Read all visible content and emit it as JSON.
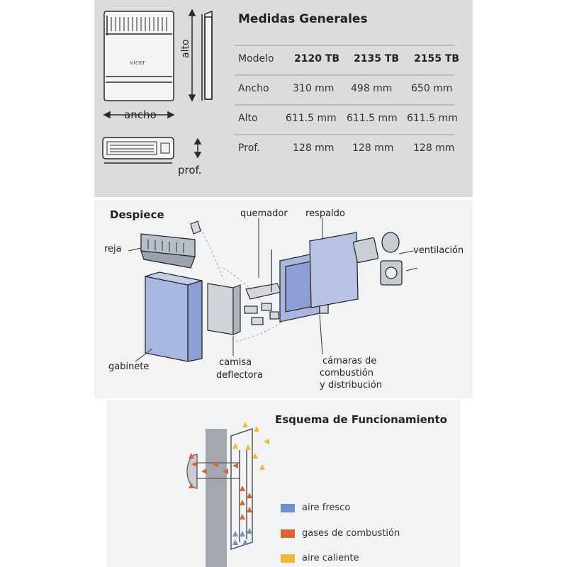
{
  "medidas": {
    "title": "Medidas Generales",
    "header": [
      "Modelo",
      "2120 TB",
      "2135 TB",
      "2155 TB"
    ],
    "rows": [
      [
        "Ancho",
        "310 mm",
        "498 mm",
        "650 mm"
      ],
      [
        "Alto",
        "611.5 mm",
        "611.5 mm",
        "611.5 mm"
      ],
      [
        "Prof.",
        "128 mm",
        "128 mm",
        "128 mm"
      ]
    ],
    "dim_labels": {
      "alto": "alto",
      "ancho": "ancho",
      "prof": "prof."
    },
    "brand": "vicer"
  },
  "despiece": {
    "title": "Despiece",
    "labels": {
      "reja": "reja",
      "quemador": "quemador",
      "respaldo": "respaldo",
      "ventilacion": "ventilación",
      "gabinete": "gabinete",
      "camisa_1": "camisa",
      "camisa_2": "deflectora",
      "camaras_1": "cámaras de",
      "camaras_2": "combustión",
      "camaras_3": "y distribución"
    }
  },
  "esquema": {
    "title": "Esquema de Funcionamiento",
    "legend": [
      {
        "label": "aire fresco",
        "color": "#6f8fcf"
      },
      {
        "label": "gases de combustión",
        "color": "#d9633a"
      },
      {
        "label": "aire caliente",
        "color": "#f0b83a"
      }
    ]
  },
  "colors": {
    "panel_gray": "#dcdcdc",
    "cabinet_blue": "#a9b7e0",
    "outline": "#2a2a2a"
  }
}
